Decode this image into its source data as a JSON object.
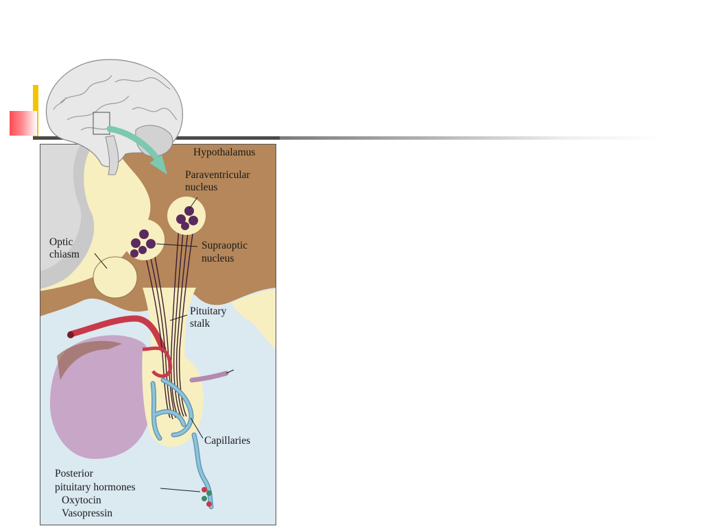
{
  "slide": {
    "ghost_title": "",
    "accent_colors": {
      "yellow": "#f2c500",
      "red": "#ff4a52",
      "rule": "#4a4a4a"
    }
  },
  "diagram": {
    "labels": {
      "hypothalamus": "Hypothalamus",
      "paraventricular_1": "Paraventricular",
      "paraventricular_2": "nucleus",
      "supraoptic_1": "Supraoptic",
      "supraoptic_2": "nucleus",
      "optic_1": "Optic",
      "optic_2": "chiasm",
      "pituitary_1": "Pituitary",
      "pituitary_2": "stalk",
      "capillaries": "Capillaries",
      "hormones_1": "Posterior",
      "hormones_2": "pituitary hormones",
      "hormone_a": "Oxytocin",
      "hormone_b": "Vasopressin"
    },
    "colors": {
      "hypothalamus_tan": "#b5875a",
      "stalk_cream": "#f7efc0",
      "background_blue": "#dbe9f1",
      "anterior_lobe": "#c7a6c7",
      "neuron_purple": "#5a2a5e",
      "artery_red": "#c83a4a",
      "capillary_blue": "#8fc3da",
      "arrow_green": "#7cc8b0"
    },
    "icons": [
      "brain-icon",
      "arrow-icon"
    ]
  }
}
